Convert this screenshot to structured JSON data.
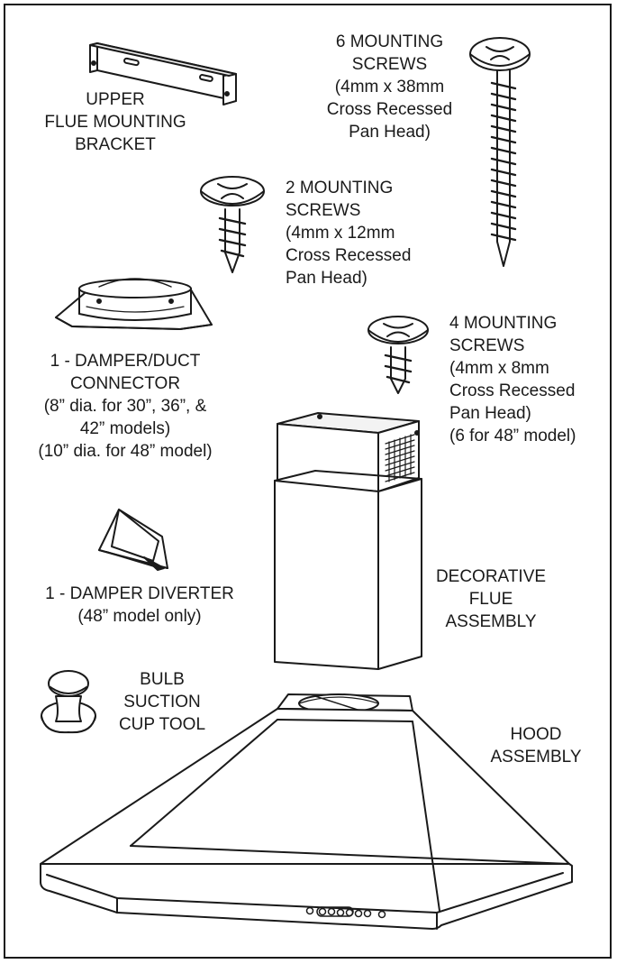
{
  "parts": {
    "upper_bracket": {
      "text": "UPPER\nFLUE MOUNTING\nBRACKET"
    },
    "screws_6": {
      "text": "6 MOUNTING\nSCREWS\n(4mm x 38mm\nCross Recessed\nPan Head)"
    },
    "screws_2": {
      "text": "2 MOUNTING\nSCREWS\n(4mm x 12mm\nCross Recessed\nPan Head)"
    },
    "damper_connector": {
      "text": "1 - DAMPER/DUCT\nCONNECTOR\n(8” dia. for 30”, 36”, &\n42” models)\n(10” dia. for 48” model)"
    },
    "screws_4": {
      "text": "4 MOUNTING\nSCREWS\n(4mm x 8mm\nCross Recessed\nPan Head)\n(6 for 48” model)"
    },
    "damper_diverter": {
      "text": "1 - DAMPER DIVERTER\n(48” model only)"
    },
    "flue_assembly": {
      "text": "DECORATIVE\nFLUE\nASSEMBLY"
    },
    "suction_tool": {
      "text": "BULB\nSUCTION\nCUP TOOL"
    },
    "hood_assembly": {
      "text": "HOOD\nASSEMBLY"
    }
  }
}
